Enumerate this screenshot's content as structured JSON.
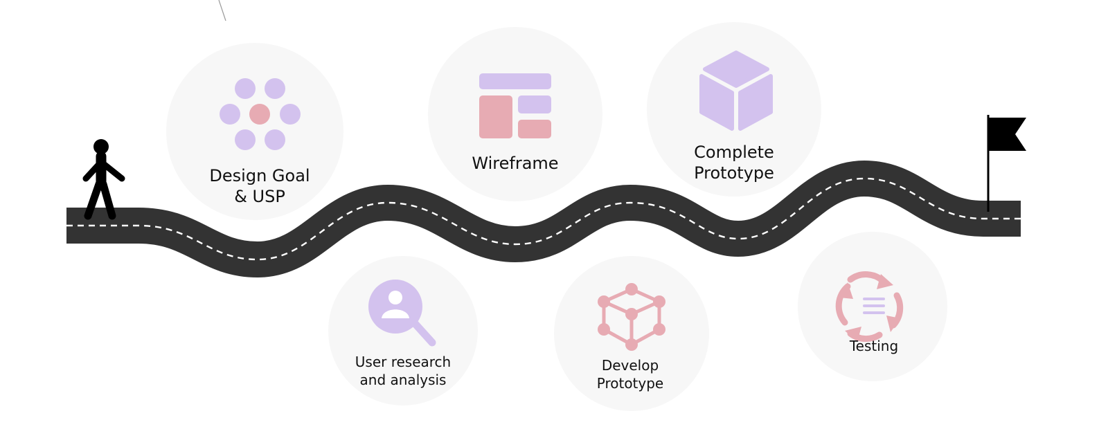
{
  "colors": {
    "road": "#333333",
    "road_dash": "#ffffff",
    "circle": "#f7f7f7",
    "lavender": "#d3c2ee",
    "pink": "#e7abb3",
    "text": "#111111",
    "figure": "#000000"
  },
  "icons": {
    "start": "walking-person-icon",
    "finish": "finish-flag-icon"
  },
  "milestones": [
    {
      "key": "design-goal",
      "icon": "dots-cluster-icon",
      "line1": "Design Goal",
      "line2": "& USP"
    },
    {
      "key": "user-research",
      "icon": "user-search-icon",
      "line1": "User research",
      "line2": "and analysis"
    },
    {
      "key": "wireframe",
      "icon": "layout-grid-icon",
      "line1": "Wireframe",
      "line2": ""
    },
    {
      "key": "develop-prototype",
      "icon": "cube-network-icon",
      "line1": "Develop",
      "line2": "Prototype"
    },
    {
      "key": "complete-prototype",
      "icon": "cube-icon",
      "line1": "Complete",
      "line2": "Prototype"
    },
    {
      "key": "testing",
      "icon": "refresh-cycle-icon",
      "line1": "Testing",
      "line2": ""
    }
  ]
}
